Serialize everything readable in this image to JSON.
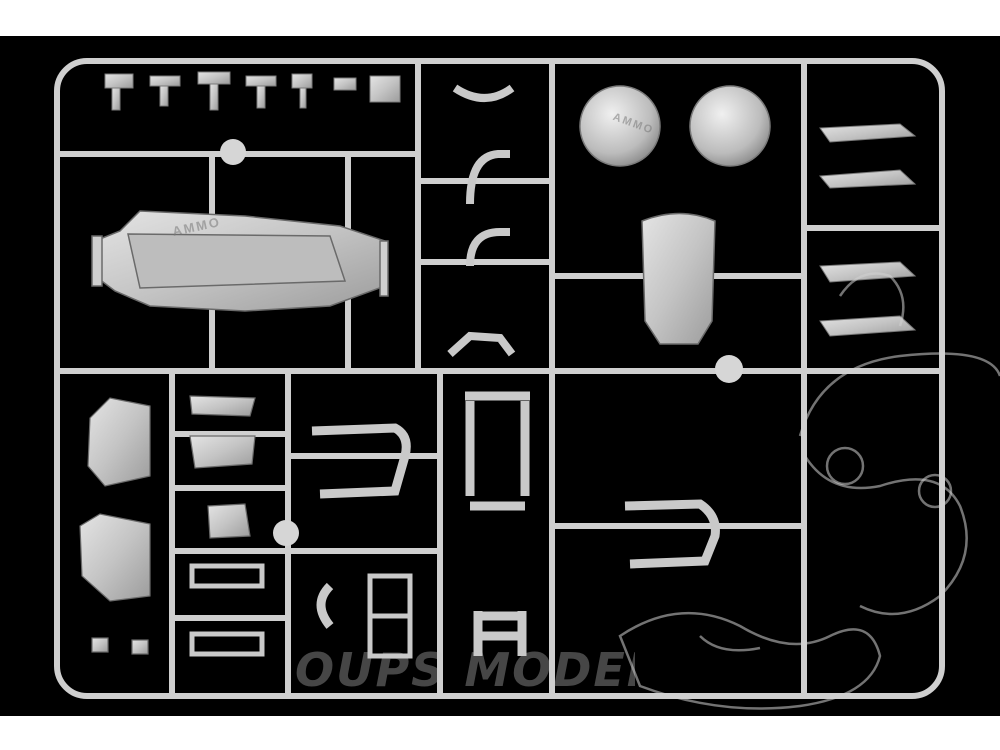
{
  "image": {
    "subject": "plastic model kit sprue",
    "background_color": "#000000",
    "plastic_color": "#c8c8c8",
    "frame_color": "#ffffff"
  },
  "watermarks": {
    "brand_mark": "AMMO",
    "shop_mark": "OUPS MODEL"
  }
}
